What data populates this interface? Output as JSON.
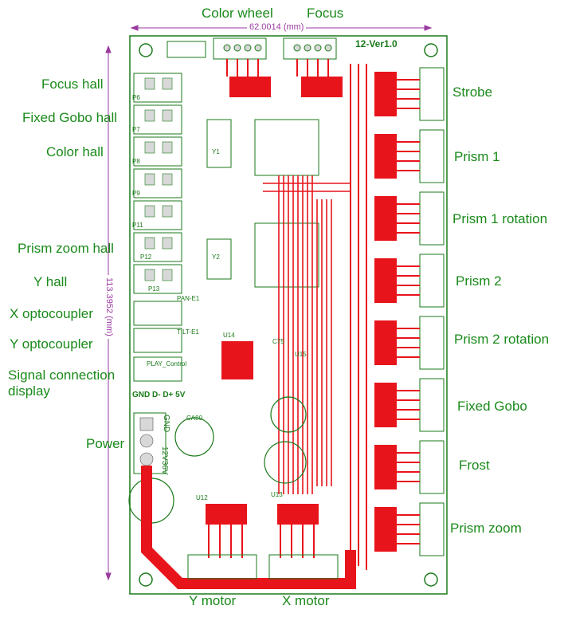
{
  "colors": {
    "board": "#ffffff",
    "silkscreen": "#1a7a1a",
    "copper": "#e8141b",
    "label_green": "#1a8a1a",
    "dimension": "#9a3aa0",
    "pad": "#d8d8d8"
  },
  "top_labels": {
    "color_wheel": "Color wheel",
    "focus": "Focus"
  },
  "dimensions": {
    "width": "62.0014 (mm)",
    "height": "113.3952 (mm)"
  },
  "board": {
    "version": "12-Ver1.0",
    "power_pins": "GND D- D+ 5V",
    "power_rail": "12V36V",
    "gnd": "GND"
  },
  "left_labels": [
    "Focus hall",
    "Fixed Gobo hall",
    "Color hall",
    "Prism zoom hall",
    "Y hall",
    "X optocoupler",
    "Y optocoupler",
    "Signal connection\ndisplay",
    "Power"
  ],
  "right_labels": [
    "Strobe",
    "Prism 1",
    "Prism 1 rotation",
    "Prism 2",
    "Prism 2 rotation",
    "Fixed Gobo",
    "Frost",
    "Prism zoom"
  ],
  "bottom_labels": {
    "y_motor": "Y motor",
    "x_motor": "X motor"
  },
  "silk_refs": {
    "connectors_left": [
      "P6",
      "P7",
      "P8",
      "P9",
      "P11",
      "P12",
      "P13"
    ],
    "crystals": [
      "Y1",
      "Y2"
    ],
    "misc": [
      "PAN-E1",
      "TILT-E1",
      "PLAY_Control",
      "U14",
      "U15",
      "U12",
      "U13",
      "C75",
      "CA80"
    ]
  }
}
